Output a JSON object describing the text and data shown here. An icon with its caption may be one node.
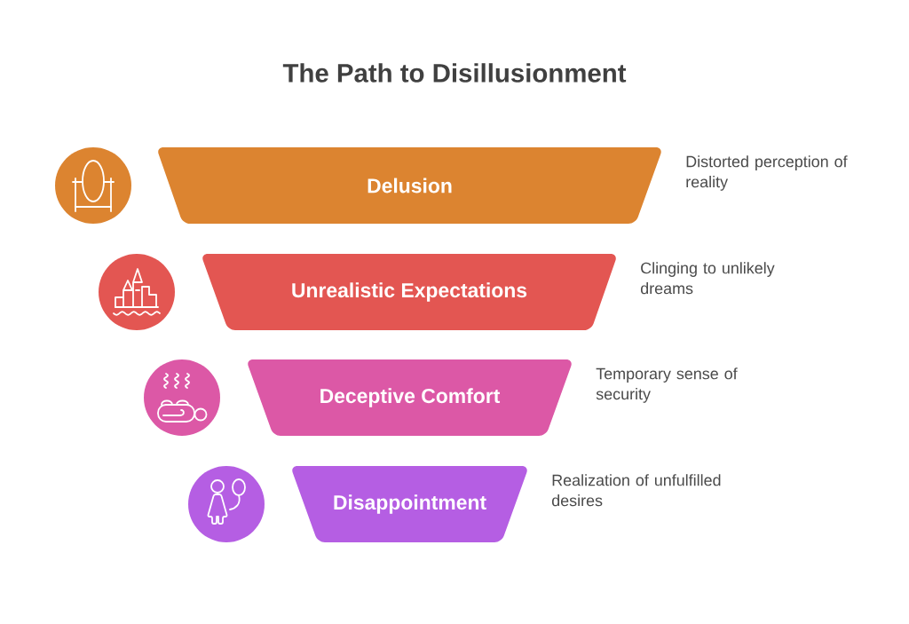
{
  "diagram": {
    "title": "The Path to Disillusionment",
    "nodes": [
      {
        "text": [
          "Delusion"
        ],
        "beside": [
          "Distorted perception of reality"
        ]
      },
      {
        "text": [
          "Unrealistic Expectations"
        ],
        "beside": [
          "Clinging to unlikely dreams"
        ]
      },
      {
        "text": [
          "Deceptive Comfort"
        ],
        "beside": [
          "Temporary sense of security"
        ]
      },
      {
        "text": [
          "Disappointment"
        ],
        "beside": [
          "Realization of unfulfilled desires"
        ]
      }
    ]
  }
}
